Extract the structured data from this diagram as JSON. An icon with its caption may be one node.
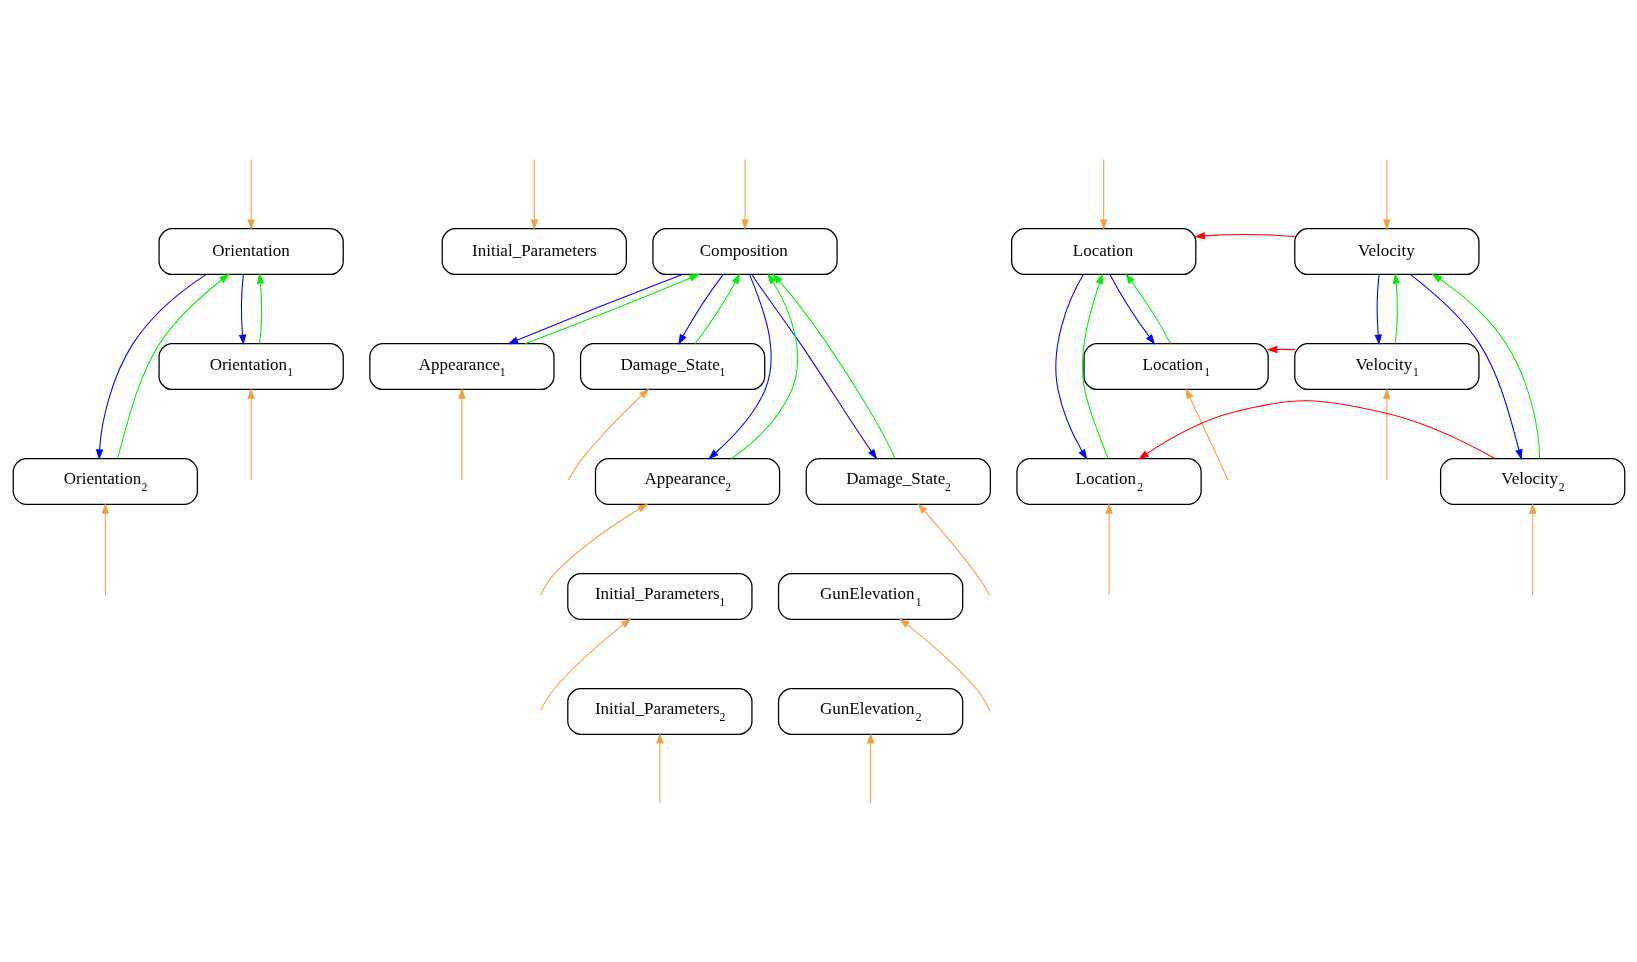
{
  "diagram": {
    "nodes": [
      {
        "text": [
          "Orientation"
        ]
      },
      {
        "text": [
          "Initial_Parameters"
        ]
      },
      {
        "text": [
          "Composition"
        ]
      },
      {
        "text": [
          "Location"
        ]
      },
      {
        "text": [
          "Velocity"
        ]
      },
      {
        "text": [
          "Orientation$_{1}$"
        ]
      },
      {
        "text": [
          "Appearance$_{1}$"
        ]
      },
      {
        "text": [
          "Damage_State$_{1}$"
        ]
      },
      {
        "text": [
          "Location$_{1}$"
        ]
      },
      {
        "text": [
          "Velocity$_{1}$"
        ]
      },
      {
        "text": [
          "Orientation$_{2}$"
        ]
      },
      {
        "text": [
          "Appearance$_{2}$"
        ]
      },
      {
        "text": [
          "Damage_State$_{2}$"
        ]
      },
      {
        "text": [
          "Location$_{2}$"
        ]
      },
      {
        "text": [
          "Velocity$_{2}$"
        ]
      },
      {
        "text": [
          "Initial_Parameters$_{1}$"
        ]
      },
      {
        "text": [
          "GunElevation$_{1}$"
        ]
      },
      {
        "text": [
          "Initial_Parameters$_{2}$"
        ]
      },
      {
        "text": [
          "GunElevation$_{2}$"
        ]
      }
    ],
    "edges": [
      {
        "from": 0,
        "to": 5,
        "arrow": "to",
        "color": "#0000ff"
      },
      {
        "from": 5,
        "to": 0,
        "arrow": "to",
        "color": "#00ee00"
      },
      {
        "from": 10,
        "to": 0,
        "arrow": "to",
        "color": "#00ee00"
      },
      {
        "from": 0,
        "to": 10,
        "arrow": "to",
        "color": "#0000ff"
      },
      {
        "from": 2,
        "to": 6,
        "arrow": "to",
        "color": "#0000ff"
      },
      {
        "from": 6,
        "to": 2,
        "arrow": "to",
        "color": "#00ee00"
      },
      {
        "from": 2,
        "to": 7,
        "arrow": "to",
        "color": "#0000ff"
      },
      {
        "from": 7,
        "to": 2,
        "arrow": "to",
        "color": "#00ee00"
      },
      {
        "from": 11,
        "to": 2,
        "arrow": "to",
        "color": "#00ee00"
      },
      {
        "from": 2,
        "to": 11,
        "arrow": "to",
        "color": "#0000ff"
      },
      {
        "from": 12,
        "to": 2,
        "arrow": "to",
        "color": "#00ee00"
      },
      {
        "from": 2,
        "to": 12,
        "arrow": "to",
        "color": "#0000ff"
      },
      {
        "from": 4,
        "to": 3,
        "arrow": "to",
        "color": "#ff0000"
      },
      {
        "from": 3,
        "to": 8,
        "arrow": "to",
        "color": "#0000ff"
      },
      {
        "from": 8,
        "to": 3,
        "arrow": "to",
        "color": "#00ee00"
      },
      {
        "from": 13,
        "to": 3,
        "arrow": "to",
        "color": "#00ee00"
      },
      {
        "from": 3,
        "to": 13,
        "arrow": "to",
        "color": "#0000ff"
      },
      {
        "from": 4,
        "to": 9,
        "arrow": "to",
        "color": "#0000ff"
      },
      {
        "from": 9,
        "to": 4,
        "arrow": "to",
        "color": "#00ee00"
      },
      {
        "from": 14,
        "to": 4,
        "arrow": "to",
        "color": "#00ee00"
      },
      {
        "from": 4,
        "to": 14,
        "arrow": "to",
        "color": "#0000ff"
      },
      {
        "from": 9,
        "to": 8,
        "arrow": "to",
        "color": "#ff0000"
      },
      {
        "from": 14,
        "to": 13,
        "arrow": "to",
        "color": "#ff0000"
      },
      {
        "from": null,
        "to": 0,
        "arrow": "to"
      },
      {
        "from": null,
        "to": 1,
        "arrow": "to"
      },
      {
        "from": null,
        "to": 2,
        "arrow": "to"
      },
      {
        "from": null,
        "to": 3,
        "arrow": "to"
      },
      {
        "from": null,
        "to": 4,
        "arrow": "to"
      },
      {
        "from": null,
        "to": 5,
        "arrow": "to"
      },
      {
        "from": null,
        "to": 6,
        "arrow": "to"
      },
      {
        "from": null,
        "to": 7,
        "arrow": "to"
      },
      {
        "from": null,
        "to": 8,
        "arrow": "to"
      },
      {
        "from": null,
        "to": 9,
        "arrow": "to"
      },
      {
        "from": null,
        "to": 10,
        "arrow": "to"
      },
      {
        "from": null,
        "to": 11,
        "arrow": "to"
      },
      {
        "from": null,
        "to": 12,
        "arrow": "to"
      },
      {
        "from": null,
        "to": 13,
        "arrow": "to"
      },
      {
        "from": null,
        "to": 14,
        "arrow": "to"
      },
      {
        "from": null,
        "to": 15,
        "arrow": "to"
      },
      {
        "from": null,
        "to": 16,
        "arrow": "to"
      },
      {
        "from": null,
        "to": 17,
        "arrow": "to"
      },
      {
        "from": null,
        "to": 18,
        "arrow": "to"
      }
    ]
  }
}
